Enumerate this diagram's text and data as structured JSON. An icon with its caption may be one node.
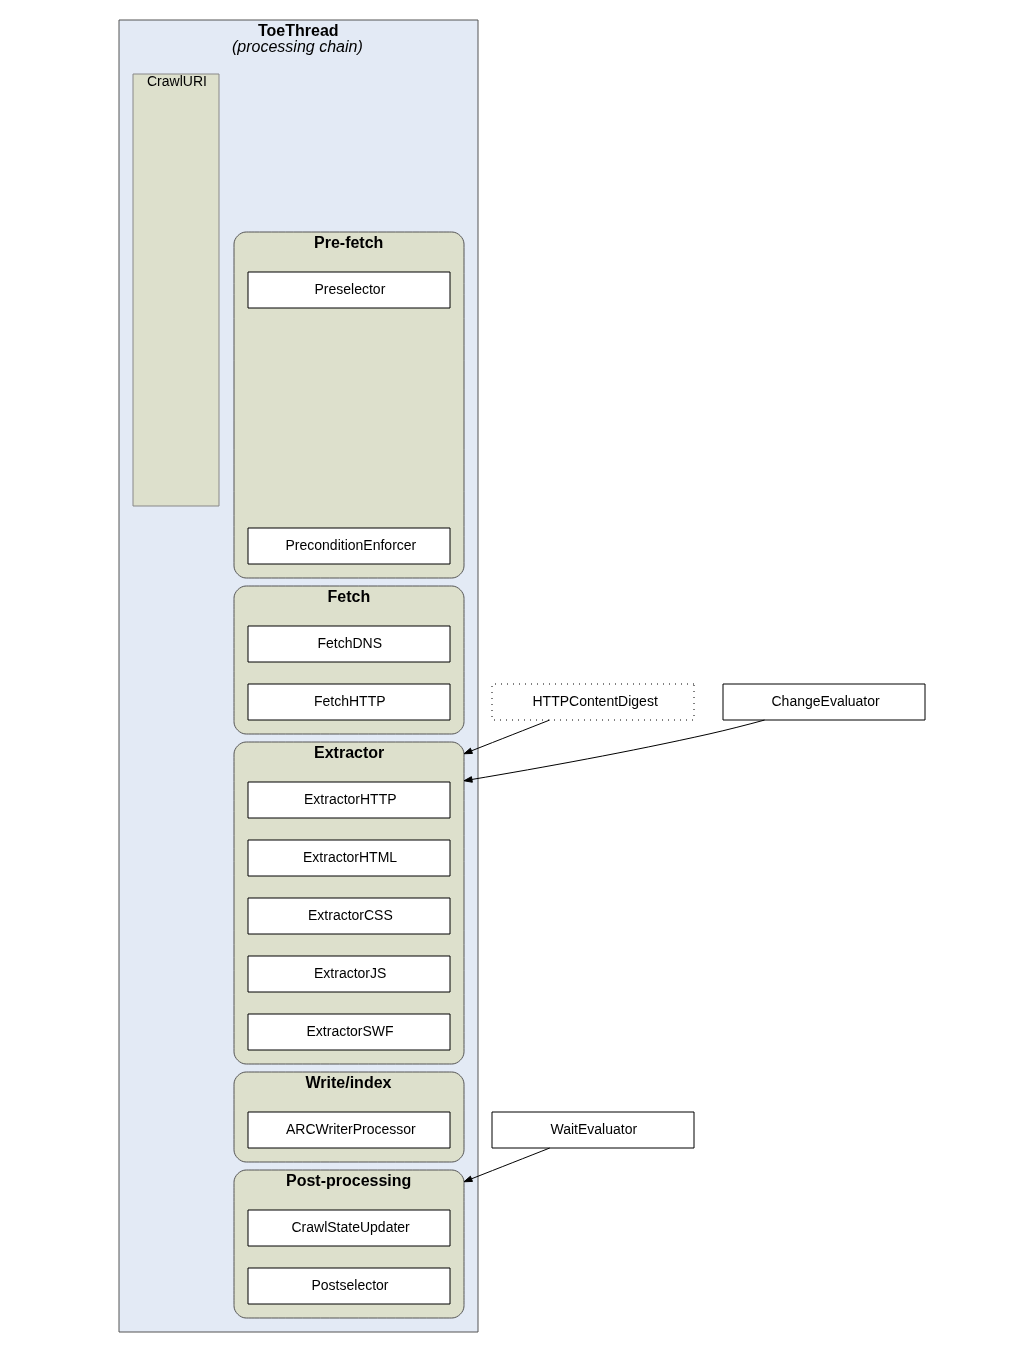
{
  "diagram": {
    "nodes": [
      {
        "text": [
          "ToeThread",
          "(processing chain)"
        ]
      },
      {
        "text": [
          "CrawlURI"
        ],
        "in": 0
      },
      {
        "text": [
          "Pre-fetch"
        ],
        "in": 0
      },
      {
        "text": [
          "Preselector"
        ],
        "in": 2
      },
      {
        "text": [
          "PreconditionEnforcer"
        ],
        "in": 2
      },
      {
        "text": [
          "Fetch"
        ],
        "in": 0
      },
      {
        "text": [
          "FetchDNS"
        ],
        "in": 5
      },
      {
        "text": [
          "FetchHTTP"
        ],
        "in": 5
      },
      {
        "text": [
          "Extractor"
        ],
        "in": 0
      },
      {
        "text": [
          "ExtractorHTTP"
        ],
        "in": 8
      },
      {
        "text": [
          "ExtractorHTML"
        ],
        "in": 8
      },
      {
        "text": [
          "ExtractorCSS"
        ],
        "in": 8
      },
      {
        "text": [
          "ExtractorJS"
        ],
        "in": 8
      },
      {
        "text": [
          "ExtractorSWF"
        ],
        "in": 8
      },
      {
        "text": [
          "Write/index"
        ],
        "in": 0
      },
      {
        "text": [
          "ARCWriterProcessor"
        ],
        "in": 14
      },
      {
        "text": [
          "Post-processing"
        ],
        "in": 0
      },
      {
        "text": [
          "CrawlStateUpdater"
        ],
        "in": 16
      },
      {
        "text": [
          "Postselector"
        ],
        "in": 16
      },
      {
        "text": [
          "HTTPContentDigest"
        ]
      },
      {
        "text": [
          "ChangeEvaluator"
        ]
      },
      {
        "text": [
          "WaitEvaluator"
        ]
      }
    ],
    "edges": [
      {
        "from": 19,
        "to": 8,
        "arrow": "to"
      },
      {
        "from": 20,
        "to": 8,
        "arrow": "to"
      },
      {
        "from": 21,
        "to": 16,
        "arrow": "to"
      }
    ]
  }
}
